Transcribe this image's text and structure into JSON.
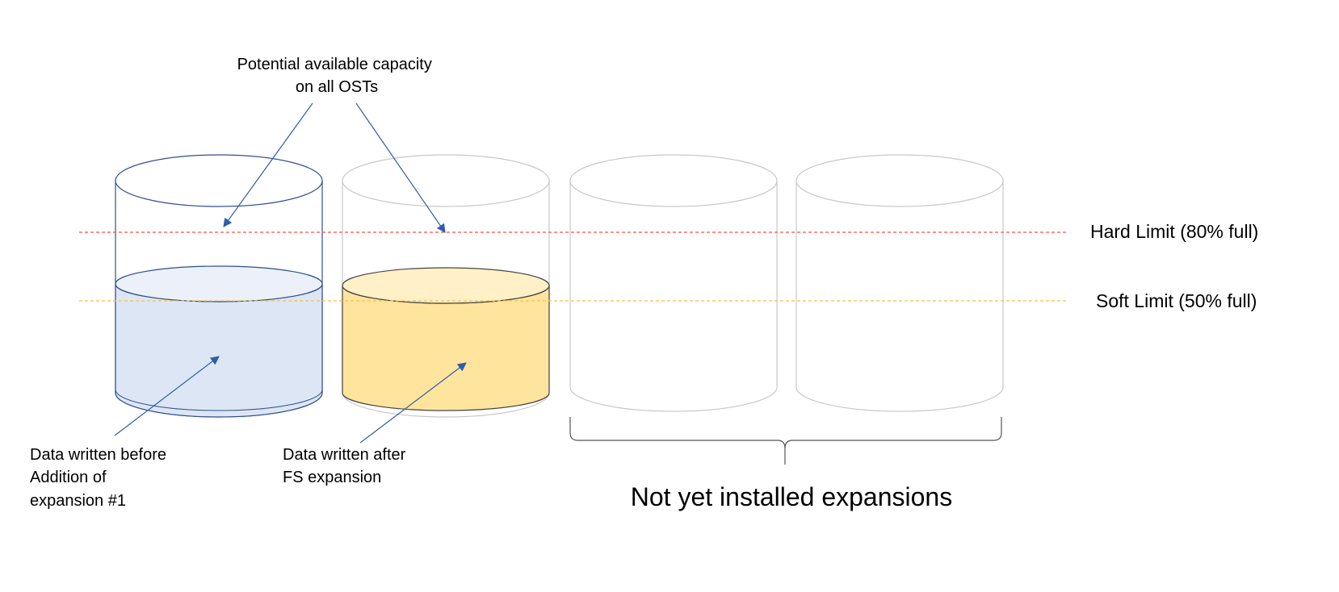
{
  "annotations": {
    "potential_capacity": [
      "Potential available capacity",
      "on all OSTs"
    ],
    "data_before": [
      "Data written before",
      "Addition of",
      "expansion #1"
    ],
    "data_after": [
      "Data written after",
      "FS expansion"
    ],
    "not_installed": "Not yet installed expansions"
  },
  "limits": {
    "hard": {
      "label": "Hard Limit (80% full)",
      "color": "#ff4d4d"
    },
    "soft": {
      "label": "Soft Limit (50% full)",
      "color": "#f5c242"
    }
  },
  "colors": {
    "blue_stroke": "#2f4f8f",
    "blue_fill": "#dde6f5",
    "blue_top": "#ebf0f9",
    "yellow_fill": "#fee49d",
    "yellow_top": "#fff0c7",
    "yellow_stroke": "#444444",
    "gray_stroke": "#c8c8c8",
    "arrow": "#2f5ea8"
  }
}
